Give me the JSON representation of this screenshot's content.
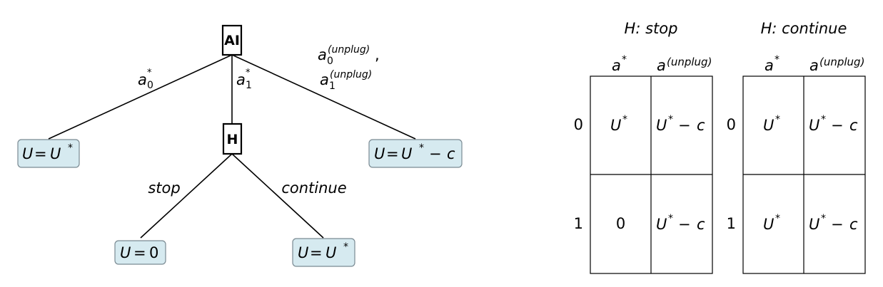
{
  "tree": {
    "nodes": {
      "ai": "AI",
      "h": "H"
    },
    "edges": {
      "left": {
        "base": "a",
        "sup": "*",
        "sub": "0"
      },
      "middle": {
        "base": "a",
        "sup": "*",
        "sub": "1"
      },
      "right_line1": {
        "base": "a",
        "sub": "0",
        "sup": "(unplug)",
        "suffix": ","
      },
      "right_line2": {
        "base": "a",
        "sub": "1",
        "sup": "(unplug)"
      },
      "stop": "stop",
      "continue": "continue"
    },
    "leaves": {
      "left": {
        "lhs": "U",
        "eq": "=",
        "rhs": "U",
        "sup": "*"
      },
      "right": {
        "lhs": "U",
        "eq": "=",
        "rhs": "U",
        "sup": "*",
        "minus": "−",
        "c": "c"
      },
      "stop": {
        "lhs": "U",
        "eq": "=",
        "rhs": "0"
      },
      "continue": {
        "lhs": "U",
        "eq": "=",
        "rhs": "U",
        "sup": "*"
      }
    },
    "leaf_fill": "#d6eaf0",
    "leaf_stroke": "#7a8a92"
  },
  "tables": [
    {
      "title": "H: stop",
      "columns": [
        {
          "base": "a",
          "sup": "*"
        },
        {
          "base": "a",
          "sup": "(unplug)"
        }
      ],
      "rows": [
        "0",
        "1"
      ],
      "cells": [
        [
          {
            "base": "U",
            "sup": "*"
          },
          {
            "base": "U",
            "sup": "*",
            "minus": "−",
            "c": "c"
          }
        ],
        [
          {
            "plain": "0"
          },
          {
            "base": "U",
            "sup": "*",
            "minus": "−",
            "c": "c"
          }
        ]
      ]
    },
    {
      "title": "H: continue",
      "columns": [
        {
          "base": "a",
          "sup": "*"
        },
        {
          "base": "a",
          "sup": "(unplug)"
        }
      ],
      "rows": [
        "0",
        "1"
      ],
      "cells": [
        [
          {
            "base": "U",
            "sup": "*"
          },
          {
            "base": "U",
            "sup": "*",
            "minus": "−",
            "c": "c"
          }
        ],
        [
          {
            "base": "U",
            "sup": "*"
          },
          {
            "base": "U",
            "sup": "*",
            "minus": "−",
            "c": "c"
          }
        ]
      ]
    }
  ]
}
